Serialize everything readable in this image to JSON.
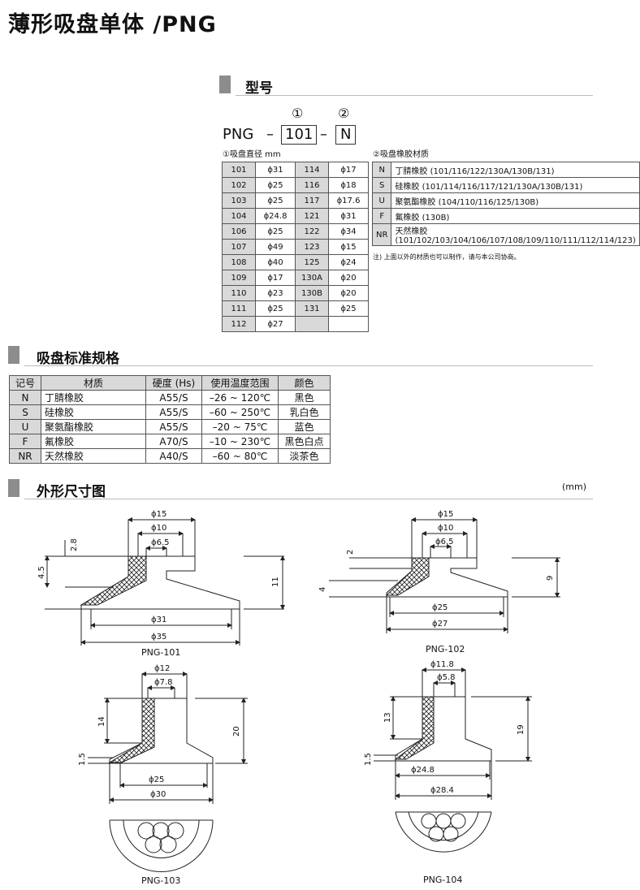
{
  "title": "薄形吸盘单体 /PNG",
  "model_section": {
    "heading": "型号",
    "circle1": "①",
    "circle2": "②",
    "prefix": "PNG",
    "dash1": "–",
    "code1": "101",
    "dash2": "–",
    "code2": "N",
    "label1": "①吸盘直径 mm",
    "label2": "②吸盘橡胶材质",
    "diameters_left": [
      [
        "101",
        "ϕ31"
      ],
      [
        "102",
        "ϕ25"
      ],
      [
        "103",
        "ϕ25"
      ],
      [
        "104",
        "ϕ24.8"
      ],
      [
        "106",
        "ϕ25"
      ],
      [
        "107",
        "ϕ49"
      ],
      [
        "108",
        "ϕ40"
      ],
      [
        "109",
        "ϕ17"
      ],
      [
        "110",
        "ϕ23"
      ],
      [
        "111",
        "ϕ25"
      ],
      [
        "112",
        "ϕ27"
      ]
    ],
    "diameters_right": [
      [
        "114",
        "ϕ17"
      ],
      [
        "116",
        "ϕ18"
      ],
      [
        "117",
        "ϕ17.6"
      ],
      [
        "121",
        "ϕ31"
      ],
      [
        "122",
        "ϕ34"
      ],
      [
        "123",
        "ϕ15"
      ],
      [
        "125",
        "ϕ24"
      ],
      [
        "130A",
        "ϕ20"
      ],
      [
        "130B",
        "ϕ20"
      ],
      [
        "131",
        "ϕ25"
      ],
      [
        "",
        ""
      ]
    ],
    "materials": [
      [
        "N",
        "丁腈橡胶 (101/116/122/130A/130B/131)"
      ],
      [
        "S",
        "硅橡胶 (101/114/116/117/121/130A/130B/131)"
      ],
      [
        "U",
        "聚氨酯橡胶 (104/110/116/125/130B)"
      ],
      [
        "F",
        "氟橡胶 (130B)"
      ],
      [
        "NR",
        "天然橡胶 (101/102/103/104/106/107/108/109/110/111/112/114/123)"
      ]
    ],
    "note": "注) 上面以外的材质也可以制作，请与本公司协商。"
  },
  "spec_section": {
    "heading": "吸盘标准规格",
    "headers": [
      "记号",
      "材质",
      "硬度 (Hs)",
      "使用温度范围",
      "颜色"
    ],
    "rows": [
      [
        "N",
        "丁腈橡胶",
        "A55/S",
        "–26 ~ 120℃",
        "黑色"
      ],
      [
        "S",
        "硅橡胶",
        "A55/S",
        "–60 ~ 250℃",
        "乳白色"
      ],
      [
        "U",
        "聚氨酯橡胶",
        "A55/S",
        "–20 ~ 75℃",
        "蓝色"
      ],
      [
        "F",
        "氟橡胶",
        "A70/S",
        "–10 ~ 230℃",
        "黑色白点"
      ],
      [
        "NR",
        "天然橡胶",
        "A40/S",
        "–60 ~ 80℃",
        "淡茶色"
      ]
    ]
  },
  "drawing_section": {
    "heading": "外形尺寸图",
    "unit": "(mm)",
    "png101": {
      "caption": "PNG-101",
      "d15": "ϕ15",
      "d10": "ϕ10",
      "d65": "ϕ6.5",
      "h28": "2.8",
      "h45": "4.5",
      "h11": "11",
      "d31": "ϕ31",
      "d35": "ϕ35"
    },
    "png102": {
      "caption": "PNG-102",
      "d15": "ϕ15",
      "d10": "ϕ10",
      "d65": "ϕ6.5",
      "h2": "2",
      "h4": "4",
      "h9": "9",
      "d25": "ϕ25",
      "d27": "ϕ27"
    },
    "png103": {
      "caption": "PNG-103",
      "d12": "ϕ12",
      "d78": "ϕ7.8",
      "h14": "14",
      "h15": "1.5",
      "h20": "20",
      "d25": "ϕ25",
      "d30": "ϕ30"
    },
    "png104": {
      "caption": "PNG-104",
      "d118": "ϕ11.8",
      "d58": "ϕ5.8",
      "h13": "13",
      "h15": "1.5",
      "h19": "19",
      "d248": "ϕ24.8",
      "d284": "ϕ28.4"
    }
  },
  "colors": {
    "header_gray": "#d9d9d9",
    "section_bar": "#8c8c8c"
  }
}
